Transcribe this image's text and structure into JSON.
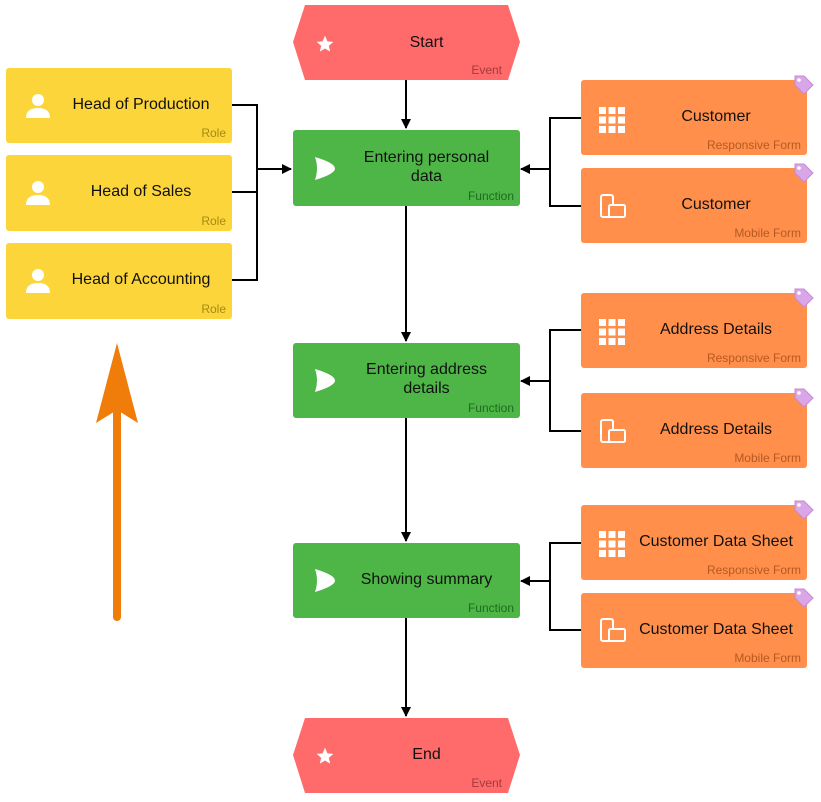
{
  "events": {
    "start": {
      "title": "Start",
      "type": "Event"
    },
    "end": {
      "title": "End",
      "type": "Event"
    }
  },
  "functions": [
    {
      "title": "Entering personal data",
      "type": "Function"
    },
    {
      "title": "Entering address details",
      "type": "Function"
    },
    {
      "title": "Showing summary",
      "type": "Function"
    }
  ],
  "roles": [
    {
      "title": "Head of Production",
      "type": "Role"
    },
    {
      "title": "Head of Sales",
      "type": "Role"
    },
    {
      "title": "Head of Accounting",
      "type": "Role"
    }
  ],
  "forms": [
    {
      "title": "Customer",
      "type": "Responsive Form"
    },
    {
      "title": "Customer",
      "type": "Mobile Form"
    },
    {
      "title": "Address Details",
      "type": "Responsive Form"
    },
    {
      "title": "Address Details",
      "type": "Mobile Form"
    },
    {
      "title": "Customer Data Sheet",
      "type": "Responsive Form"
    },
    {
      "title": "Customer Data Sheet",
      "type": "Mobile Form"
    }
  ],
  "colors": {
    "event": "#ff6b6b",
    "function": "#4db646",
    "role": "#fcd53a",
    "form": "#ff8f4a",
    "arrow": "#f07d0a"
  },
  "icons": {
    "event": "star-icon",
    "function": "play-icon",
    "role": "person-icon",
    "responsive_form": "grid-icon",
    "mobile_form": "mobile-device-icon",
    "form_tag": "tag-icon"
  }
}
